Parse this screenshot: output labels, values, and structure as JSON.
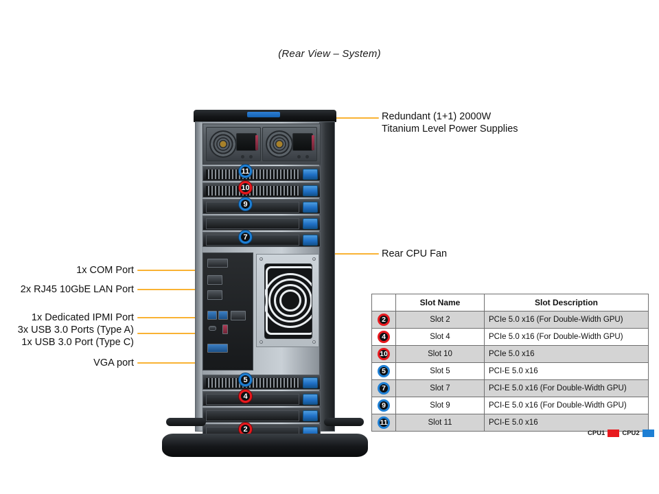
{
  "title": "(Rear View – System)",
  "colors": {
    "cpu1": "#E8191E",
    "cpu2": "#1E7FD4",
    "leader": "#F9B233",
    "table_alt_row": "#d4d4d4"
  },
  "callouts": {
    "left": [
      {
        "text": "1x COM Port"
      },
      {
        "text": "2x RJ45 10GbE LAN Port"
      },
      {
        "text": "1x Dedicated IPMI Port"
      },
      {
        "text": "3x USB 3.0 Ports (Type A)"
      },
      {
        "text": "1x USB 3.0 Port (Type C)"
      },
      {
        "text": "VGA port"
      }
    ],
    "right": [
      {
        "line1": "Redundant (1+1) 2000W",
        "line2": "Titanium Level Power Supplies"
      },
      {
        "line1": "Rear CPU Fan",
        "line2": ""
      }
    ]
  },
  "chassis_badges": [
    {
      "num": "11",
      "cpu": "cpu2"
    },
    {
      "num": "10",
      "cpu": "cpu1"
    },
    {
      "num": "9",
      "cpu": "cpu2"
    },
    {
      "num": "7",
      "cpu": "cpu2"
    },
    {
      "num": "5",
      "cpu": "cpu2"
    },
    {
      "num": "4",
      "cpu": "cpu1"
    },
    {
      "num": "2",
      "cpu": "cpu1"
    }
  ],
  "table": {
    "headers": {
      "badge": "",
      "name": "Slot Name",
      "description": "Slot Description"
    },
    "rows": [
      {
        "badge": "2",
        "cpu": "cpu1",
        "name": "Slot 2",
        "description": "PCIe 5.0 x16 (For Double-Width GPU)"
      },
      {
        "badge": "4",
        "cpu": "cpu1",
        "name": "Slot 4",
        "description": "PCIe 5.0 x16 (For Double-Width GPU)"
      },
      {
        "badge": "10",
        "cpu": "cpu1",
        "name": "Slot 10",
        "description": "PCIe 5.0 x16"
      },
      {
        "badge": "5",
        "cpu": "cpu2",
        "name": "Slot 5",
        "description": "PCI-E 5.0 x16"
      },
      {
        "badge": "7",
        "cpu": "cpu2",
        "name": "Slot 7",
        "description": "PCI-E 5.0 x16 (For Double-Width GPU)"
      },
      {
        "badge": "9",
        "cpu": "cpu2",
        "name": "Slot 9",
        "description": "PCI-E 5.0 x16 (For Double-Width GPU)"
      },
      {
        "badge": "11",
        "cpu": "cpu2",
        "name": "Slot 11",
        "description": "PCI-E 5.0 x16"
      }
    ]
  },
  "legend": {
    "cpu1_label": "CPU1",
    "cpu2_label": "CPU2"
  }
}
